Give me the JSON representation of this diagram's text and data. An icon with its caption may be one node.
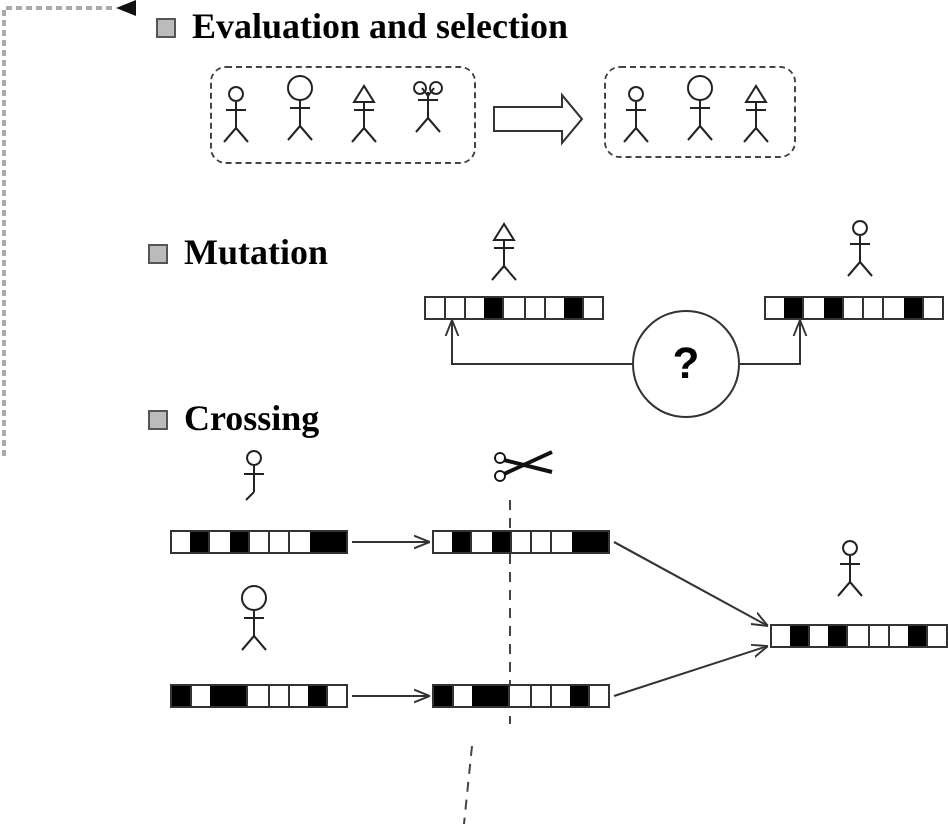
{
  "diagram": {
    "nodes": [
      {
        "text": [],
        "shape": "box"
      },
      {
        "text": [],
        "shape": "box"
      },
      {
        "text": [],
        "shape": "bar"
      },
      {
        "text": [],
        "shape": "bar"
      },
      {
        "text": [
          "?"
        ]
      },
      {
        "text": [],
        "shape": "bar"
      },
      {
        "text": [],
        "shape": "bar"
      },
      {
        "text": [],
        "shape": "bar"
      },
      {
        "text": [],
        "shape": "bar"
      },
      {
        "text": [],
        "shape": "bar"
      }
    ],
    "edges": [
      {
        "from": 0,
        "to": 1,
        "arrow": "to",
        "style": "thick"
      },
      {
        "from": 4,
        "to": 2,
        "arrow": "to"
      },
      {
        "from": 4,
        "to": 3,
        "arrow": "to"
      },
      {
        "from": 5,
        "to": 7,
        "arrow": "to"
      },
      {
        "from": 6,
        "to": 8,
        "arrow": "to"
      },
      {
        "from": 7,
        "to": 9,
        "arrow": "to"
      },
      {
        "from": 8,
        "to": 9,
        "arrow": "to"
      }
    ],
    "labels": [
      "Evaluation and selection",
      "Mutation",
      "Crossing"
    ]
  }
}
